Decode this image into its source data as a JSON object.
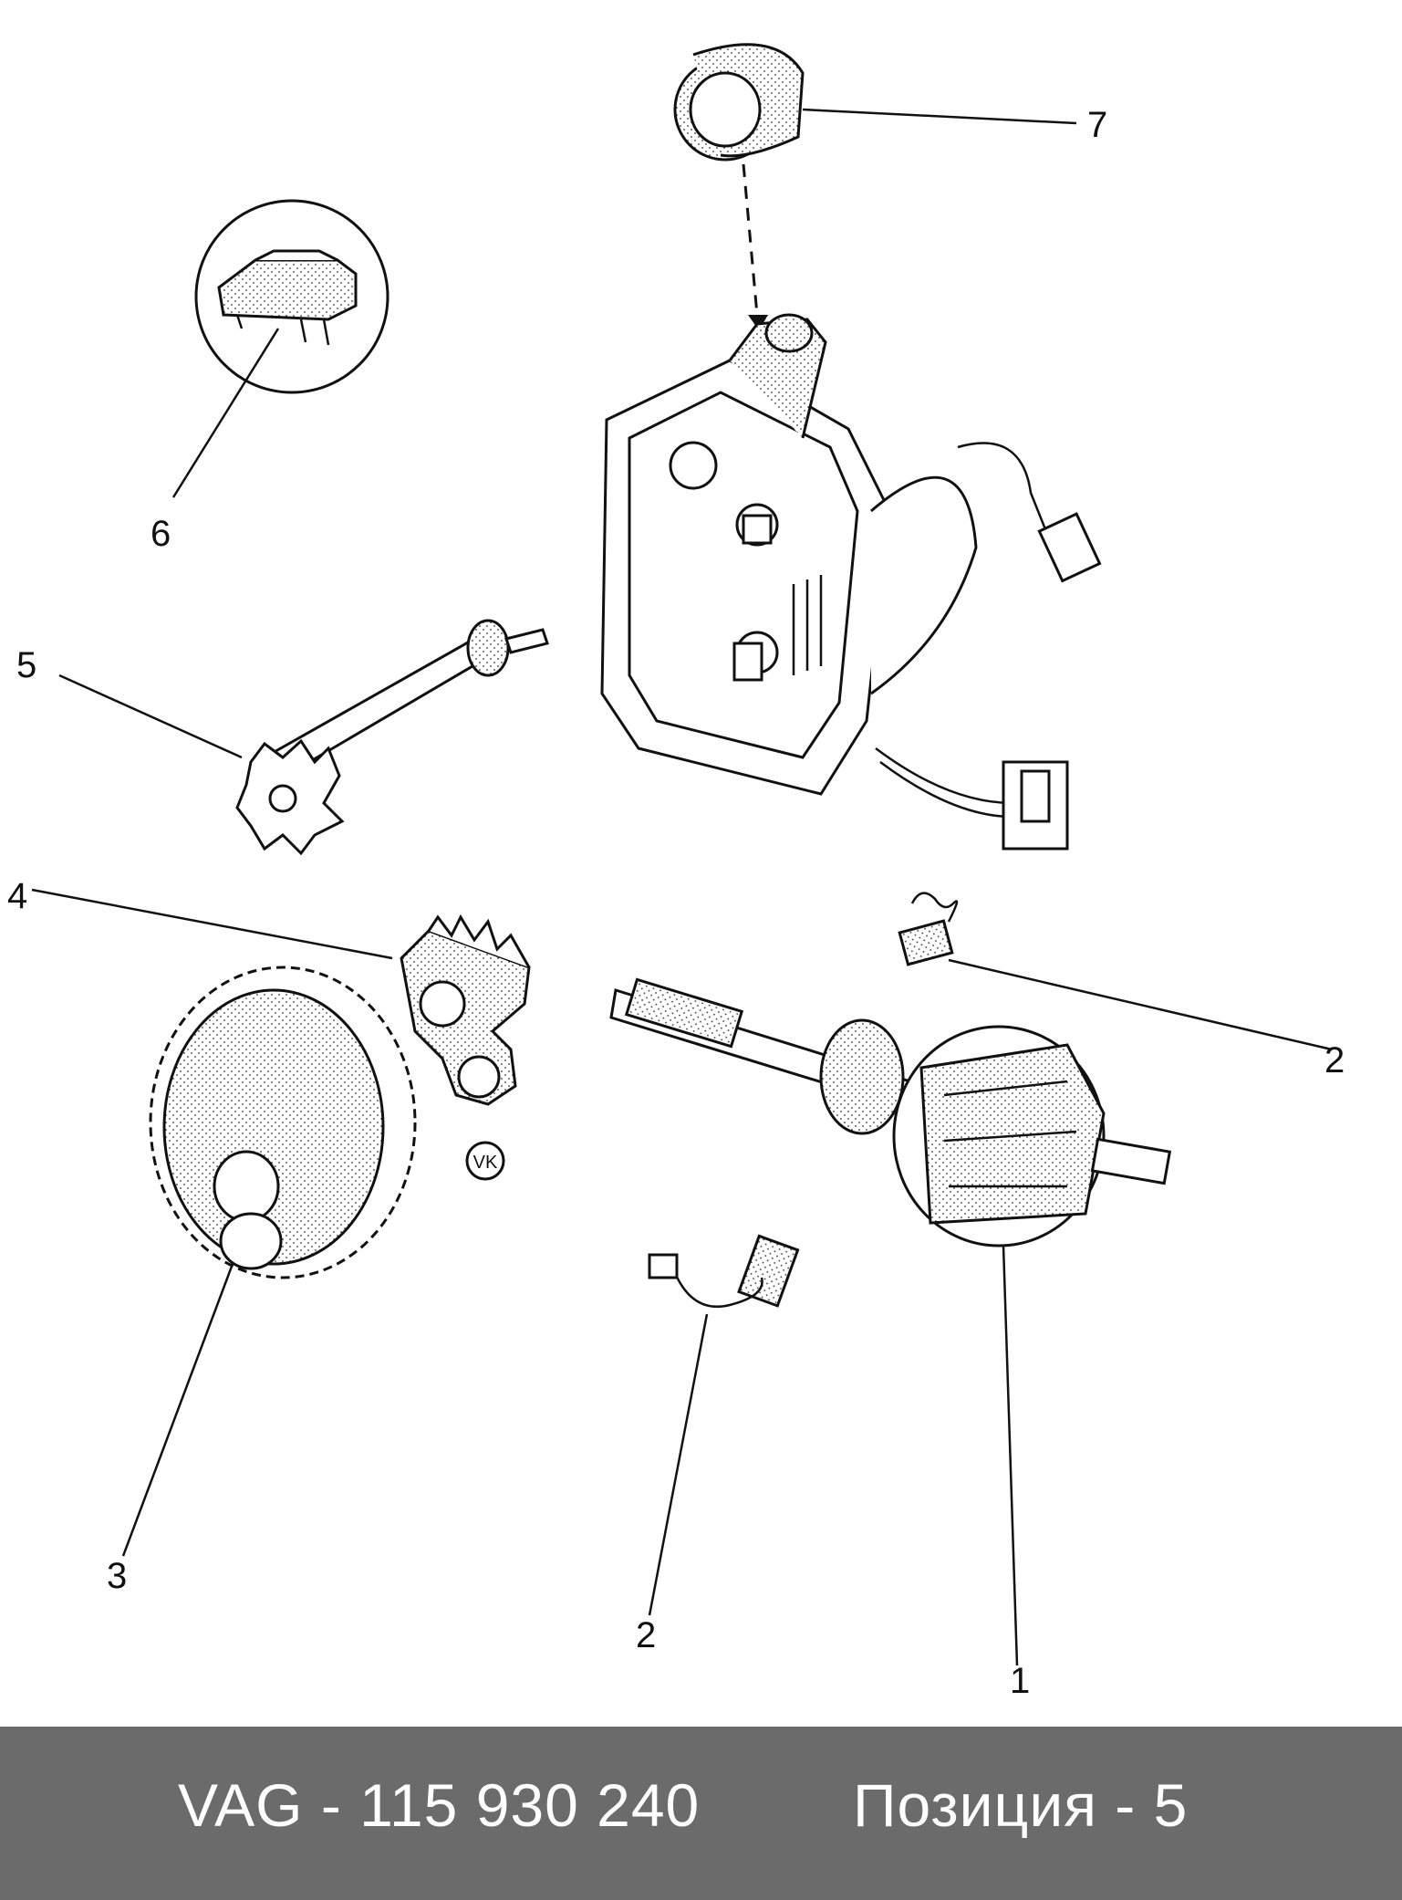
{
  "callouts": [
    {
      "id": "1",
      "label": "1"
    },
    {
      "id": "2a",
      "label": "2"
    },
    {
      "id": "2b",
      "label": "2"
    },
    {
      "id": "3",
      "label": "3"
    },
    {
      "id": "4",
      "label": "4"
    },
    {
      "id": "5",
      "label": "5"
    },
    {
      "id": "6",
      "label": "6"
    },
    {
      "id": "7",
      "label": "7"
    }
  ],
  "footer": {
    "part_number": "VAG - 115 930 240",
    "position": "Позиция - 5",
    "background": "#6b6b6b",
    "text_color": "#ffffff"
  },
  "stamp": "VK"
}
